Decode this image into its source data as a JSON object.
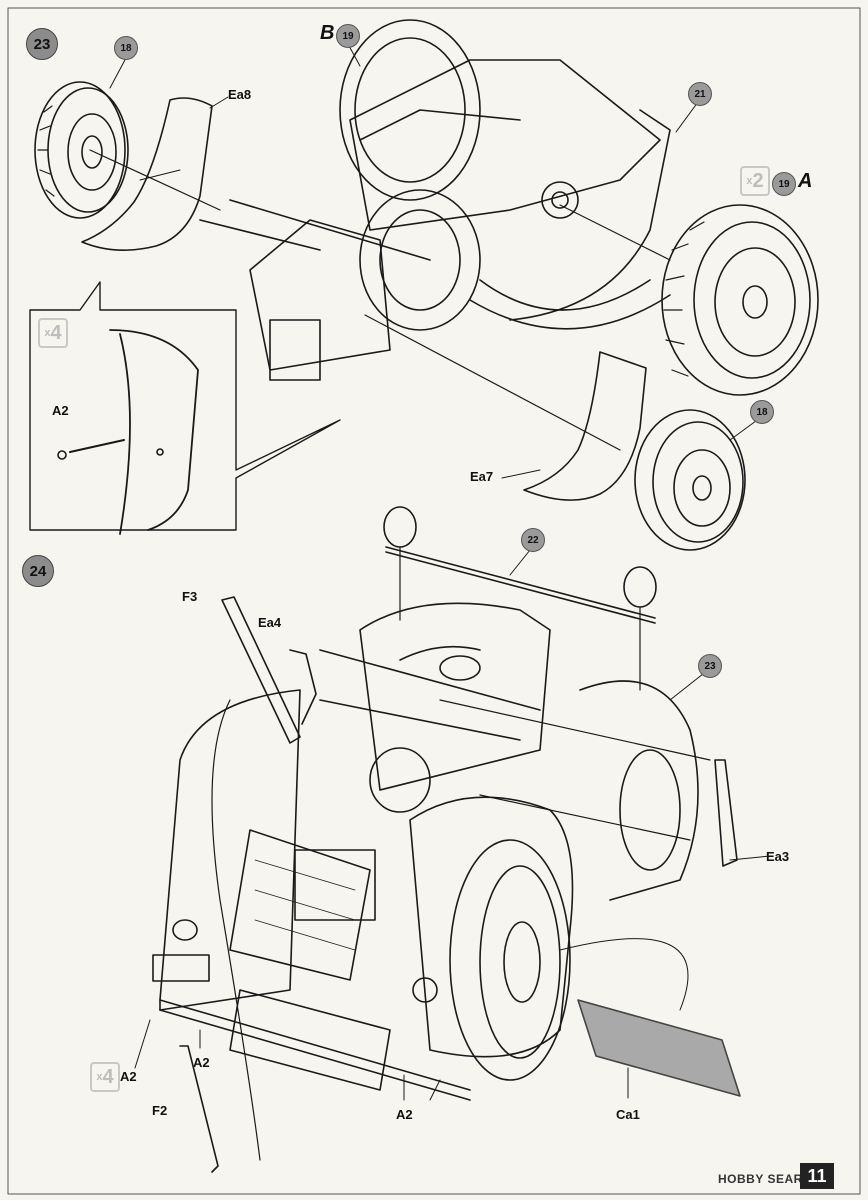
{
  "steps": {
    "s23": "23",
    "s24": "24"
  },
  "callouts": {
    "c18a": "18",
    "c18b": "18",
    "c19a": "19",
    "c19b": "19",
    "c21": "21",
    "c22": "22",
    "c23": "23"
  },
  "letters": {
    "b": "B",
    "a": "A"
  },
  "multipliers": {
    "x2": "2",
    "x2_prefix": "x",
    "x4a": "4",
    "x4a_prefix": "x",
    "x4b": "4",
    "x4b_prefix": "x"
  },
  "parts": {
    "ea8": "Ea8",
    "ea7": "Ea7",
    "a2_inset": "A2",
    "f3": "F3",
    "ea4": "Ea4",
    "ea3": "Ea3",
    "a2_left": "A2",
    "a2_mid": "A2",
    "a2_bottom": "A2",
    "f2": "F2",
    "ca1": "Ca1"
  },
  "page_number": "11",
  "watermark": "HOBBY SEARCH",
  "colors": {
    "callout_fill": "#9a9a9a",
    "line": "#1a1a1a",
    "paper": "#f6f5f0"
  }
}
